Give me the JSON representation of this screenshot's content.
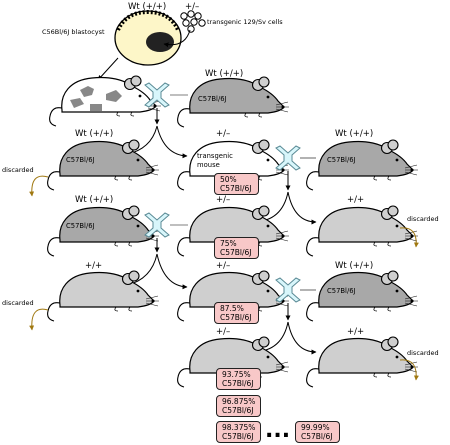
{
  "labels": {
    "top_wt": "Wt (+/+)",
    "top_het": "+/–",
    "blastocyst": "C56Bl/6J blastocyst",
    "cells": "transgenic 129/Sv cells",
    "row1_wt": "Wt (+/+)",
    "row1_strain": "C57Bl/6J",
    "row2_wt": "Wt (+/+)",
    "row2_het": "+/–",
    "row2_strain": "C57Bl/6J",
    "row2_wt_right": "Wt (+/+)",
    "row2_strain_right": "C57Bl/6J",
    "transgenic_line1": "transgenic",
    "transgenic_line2": "mouse",
    "discarded": "discarded",
    "row3_wt": "Wt (+/+)",
    "row3_strain": "C57Bl/6J",
    "row3_het": "+/–",
    "row3_plus": "+/+",
    "row4_plus": "+/+",
    "row4_het": "+/–",
    "row4_wt_right": "Wt (+/+)",
    "row4_strain_right": "C57Bl/6J",
    "row5_het": "+/–",
    "row5_plus": "+/+",
    "ellipsis": "..."
  },
  "percent_boxes": [
    {
      "pct": "50%",
      "strain": "C57Bl/6J"
    },
    {
      "pct": "75%",
      "strain": "C57Bl/6J"
    },
    {
      "pct": "87.5%",
      "strain": "C57Bl/6J"
    },
    {
      "pct": "93.75%",
      "strain": "C57Bl/6J"
    },
    {
      "pct": "96.875%",
      "strain": "C57Bl/6J"
    },
    {
      "pct": "98.375%",
      "strain": "C57Bl/6J"
    },
    {
      "pct": "99.99%",
      "strain": "C57Bl/6J"
    }
  ],
  "colors": {
    "dark_mouse": "#a8a8a8",
    "light_mouse": "#cfcfcf",
    "white_mouse": "#ffffff",
    "blastocyst_fill": "#fdf6c8",
    "cross_fill": "#d8f6fb",
    "discard_arrow": "#a07810",
    "percent_box": "#f8c8c8"
  }
}
